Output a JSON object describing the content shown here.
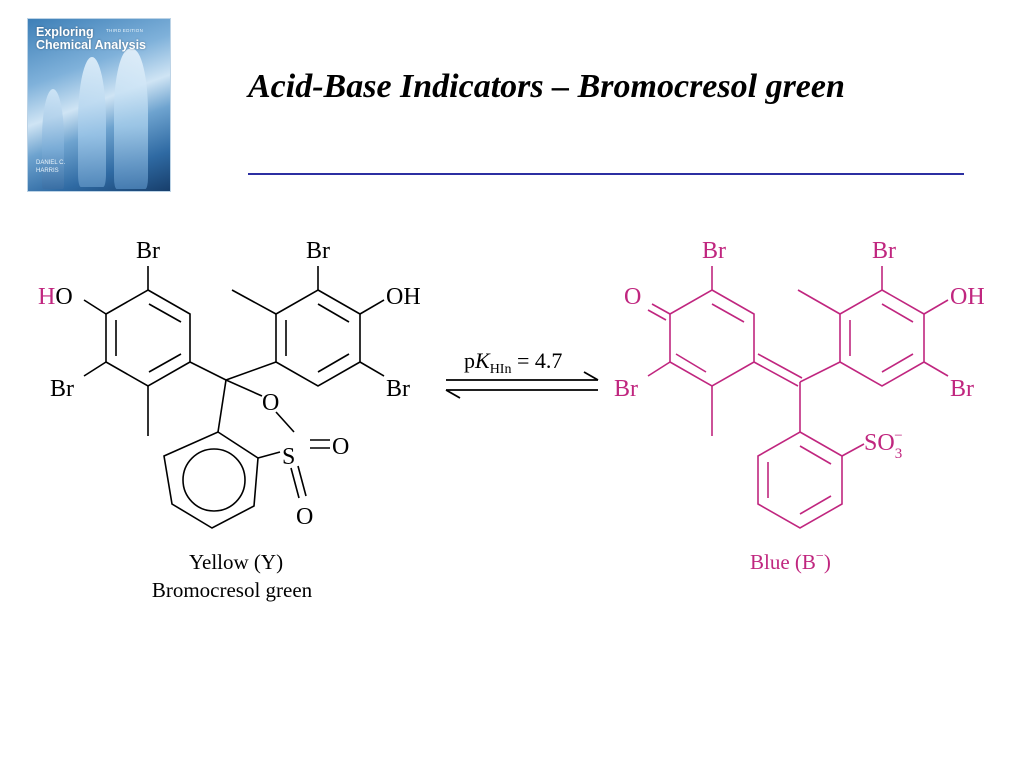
{
  "book_cover": {
    "title_line1": "Exploring",
    "title_line2": "Chemical Analysis",
    "edition": "THIRD EDITION",
    "author_line1": "DANIEL C.",
    "author_line2": "HARRIS"
  },
  "slide": {
    "title": "Acid-Base Indicators – Bromocresol green"
  },
  "scheme": {
    "colors": {
      "acid_form": "#000000",
      "base_form": "#c0267f"
    },
    "left": {
      "br_top_left": "Br",
      "br_top_right": "Br",
      "ho_h": "H",
      "ho_o": "O",
      "oh": "OH",
      "br_left": "Br",
      "br_right": "Br",
      "ring_o": "O",
      "s": "S",
      "o_right": "O",
      "o_bottom": "O",
      "caption_line1": "Yellow (Y)",
      "caption_line2": "Bromocresol green"
    },
    "equilibrium": {
      "p": "p",
      "k": "K",
      "k_sub": "HIn",
      "eq_text": " = 4.7"
    },
    "right": {
      "br_top_left": "Br",
      "br_top_right": "Br",
      "o_keto": "O",
      "oh": "OH",
      "br_left": "Br",
      "br_right": "Br",
      "so3": "SO",
      "so3_sub": "3",
      "so3_sup": "−",
      "caption": "Blue (B",
      "caption_sup": "−",
      "caption_close": ")"
    }
  }
}
